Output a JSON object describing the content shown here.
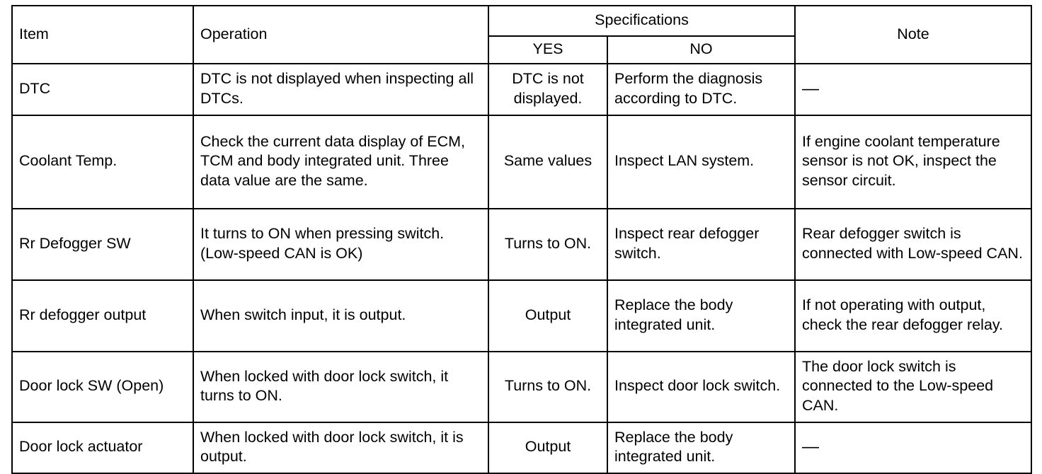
{
  "table": {
    "headers": {
      "item": "Item",
      "operation": "Operation",
      "specifications": "Specifications",
      "yes": "YES",
      "no": "NO",
      "note": "Note"
    },
    "rows": [
      {
        "item": "DTC",
        "operation": "DTC is not displayed when inspecting all DTCs.",
        "yes": "DTC is not displayed.",
        "no": "Perform the diagnosis according to DTC.",
        "note": "—"
      },
      {
        "item": "Coolant Temp.",
        "operation": "Check the current data display of ECM, TCM and body integrated unit. Three data value are the same.",
        "yes": "Same values",
        "no": "Inspect LAN system.",
        "note": "If engine coolant temperature sensor is not OK, inspect the sensor circuit."
      },
      {
        "item": "Rr Defogger SW",
        "operation": "It turns to ON when pressing switch. (Low-speed CAN is OK)",
        "yes": "Turns to ON.",
        "no": "Inspect rear defogger switch.",
        "note": "Rear defogger switch is connected with Low-speed CAN."
      },
      {
        "item": "Rr defogger output",
        "operation": "When switch input, it is output.",
        "yes": "Output",
        "no": "Replace the body integrated unit.",
        "note": "If not operating with output, check the rear defogger relay."
      },
      {
        "item": "Door lock SW (Open)",
        "operation": "When locked with door lock switch, it turns to ON.",
        "yes": "Turns to ON.",
        "no": "Inspect door lock switch.",
        "note": "The door lock switch is connected to the Low-speed CAN."
      },
      {
        "item": "Door lock actuator",
        "operation": "When locked with door lock switch, it is output.",
        "yes": "Output",
        "no": "Replace the body integrated unit.",
        "note": "—"
      }
    ]
  },
  "colors": {
    "border": "#000000",
    "text": "#000000",
    "background": "#ffffff"
  }
}
